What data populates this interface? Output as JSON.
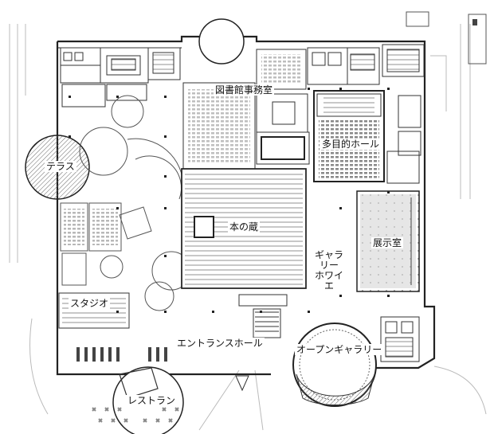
{
  "plan": {
    "rooms": {
      "library_office": "図書館事務室",
      "multipurpose_hall": "多目的ホール",
      "terrace": "テラス",
      "book_storage": "本の蔵",
      "exhibition_room": "展示室",
      "gallery_foyer": "ギャラリー\nホワイエ",
      "studio": "スタジオ",
      "entrance_hall": "エントランスホール",
      "open_gallery": "オープンギャラリー",
      "restaurant": "レストラン"
    }
  }
}
